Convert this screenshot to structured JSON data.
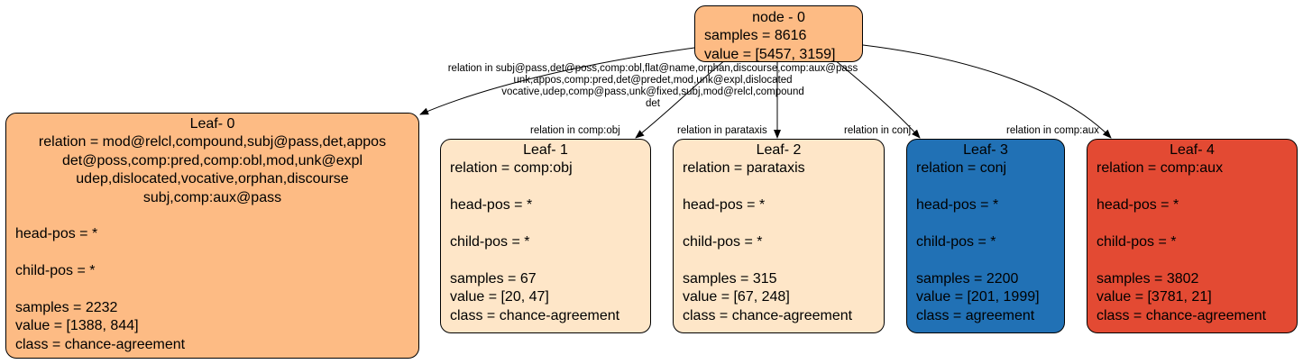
{
  "colors": {
    "root": "#fdbb84",
    "leaf0": "#fdbb84",
    "leaf1": "#fee6c8",
    "leaf2": "#fee6c8",
    "leaf3": "#2171b5",
    "leaf4": "#e34a33"
  },
  "root": {
    "title": "node - 0",
    "samples": "samples = 8616",
    "value": "value = [5457, 3159]"
  },
  "root_edge_label": [
    "relation in subj@pass,det@poss,comp:obl,flat@name,orphan,discourse,comp:aux@pass",
    "unk,appos,comp:pred,det@predet,mod,unk@expl,dislocated",
    "vocative,udep,comp@pass,unk@fixed,subj,mod@relcl,compound",
    "det"
  ],
  "edge_labels": {
    "leaf1": "relation in comp:obj",
    "leaf2": "relation in parataxis",
    "leaf3": "relation in conj",
    "leaf4": "relation in comp:aux"
  },
  "leaf0": {
    "title": "Leaf- 0",
    "relation_lines": [
      "relation = mod@relcl,compound,subj@pass,det,appos",
      "det@poss,comp:pred,comp:obl,mod,unk@expl",
      "udep,dislocated,vocative,orphan,discourse",
      "subj,comp:aux@pass"
    ],
    "head_pos": "head-pos = *",
    "child_pos": "child-pos = *",
    "samples": "samples = 2232",
    "value": "value = [1388, 844]",
    "class": "class = chance-agreement"
  },
  "leaf1": {
    "title": "Leaf- 1",
    "relation": "relation = comp:obj",
    "head_pos": "head-pos = *",
    "child_pos": "child-pos = *",
    "samples": "samples = 67",
    "value": "value = [20, 47]",
    "class": "class = chance-agreement"
  },
  "leaf2": {
    "title": "Leaf- 2",
    "relation": "relation = parataxis",
    "head_pos": "head-pos = *",
    "child_pos": "child-pos = *",
    "samples": "samples = 315",
    "value": "value = [67, 248]",
    "class": "class = chance-agreement"
  },
  "leaf3": {
    "title": "Leaf- 3",
    "relation": "relation = conj",
    "head_pos": "head-pos = *",
    "child_pos": "child-pos = *",
    "samples": "samples = 2200",
    "value": "value = [201, 1999]",
    "class": "class = agreement"
  },
  "leaf4": {
    "title": "Leaf- 4",
    "relation": "relation = comp:aux",
    "head_pos": "head-pos = *",
    "child_pos": "child-pos = *",
    "samples": "samples = 3802",
    "value": "value = [3781, 21]",
    "class": "class = chance-agreement"
  }
}
